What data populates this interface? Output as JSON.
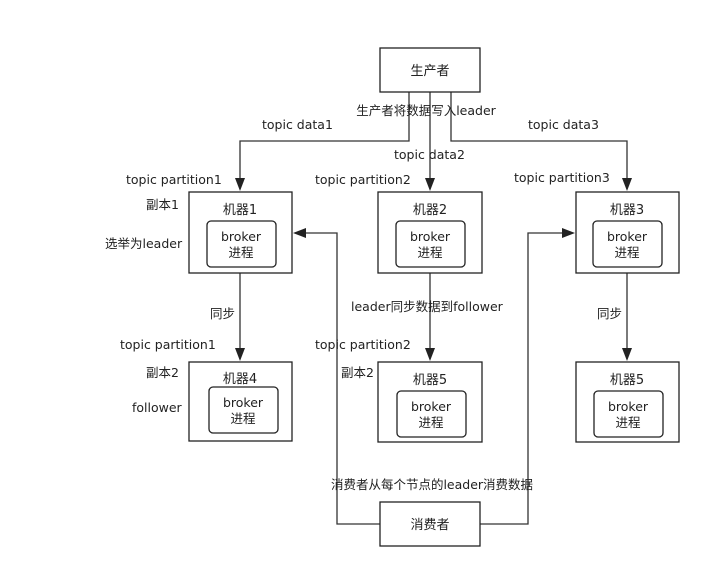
{
  "nodes": {
    "producer": "生产者",
    "consumer": "消费者",
    "machine1": "机器1",
    "machine2": "机器2",
    "machine3": "机器3",
    "machine4": "机器4",
    "machine5a": "机器5",
    "machine5b": "机器5",
    "broker": "broker",
    "process": "进程"
  },
  "labels": {
    "producer_writes": "生产者将数据写入leader",
    "topic_data1": "topic data1",
    "topic_data2": "topic data2",
    "topic_data3": "topic data3",
    "tp1_top": "topic partition1",
    "tp2_top": "topic partition2",
    "tp3_top": "topic partition3",
    "replica1": "副本1",
    "elect_leader": "选举为leader",
    "sync_left": "同步",
    "sync_right": "同步",
    "leader_sync": "leader同步数据到follower",
    "tp1_bottom": "topic partition1",
    "tp2_bottom": "topic partition2",
    "replica2_left": "副本2",
    "replica2_mid": "副本2",
    "follower": "follower",
    "consumer_reads": "消费者从每个节点的leader消费数据"
  }
}
